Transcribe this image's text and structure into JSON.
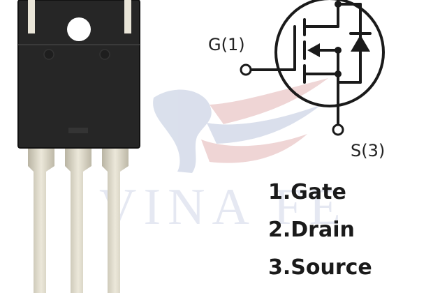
{
  "diagram": {
    "pins": {
      "gate": "G(1)",
      "source": "S(3)"
    },
    "legend": [
      "1.Gate",
      "2.Drain",
      "3.Source"
    ],
    "watermark": "VINA FE",
    "colors": {
      "package_body": "#262626",
      "leads": "#dad5c4",
      "symbol_stroke": "#1a1a1a",
      "watermark_blue": "#bcc6dd",
      "watermark_red": "#e2b4b4"
    }
  }
}
